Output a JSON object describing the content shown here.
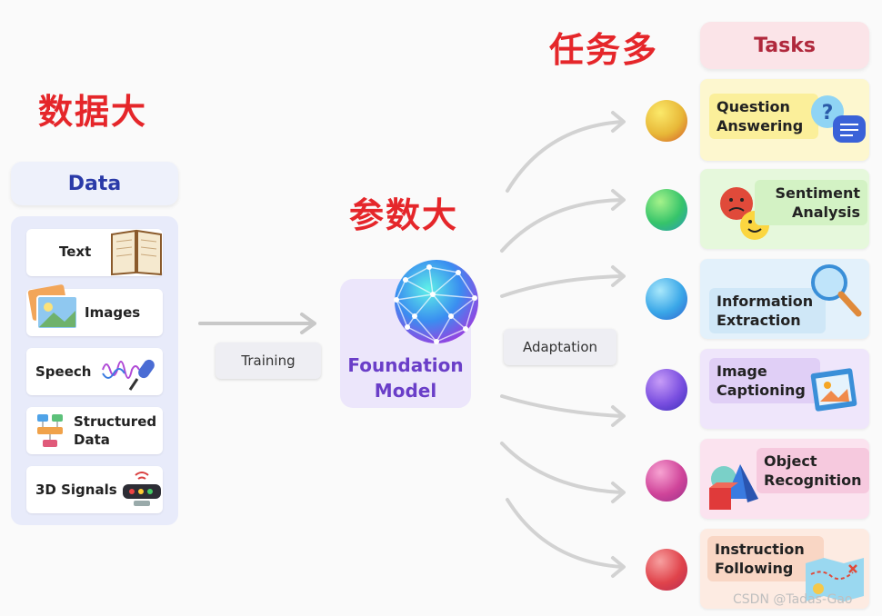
{
  "headings": {
    "data_big": "数据大",
    "params_big": "参数大",
    "tasks_many": "任务多"
  },
  "data_panel": {
    "title": "Data",
    "items": [
      {
        "label": "Text",
        "icon": "book-icon"
      },
      {
        "label": "Images",
        "icon": "photos-icon"
      },
      {
        "label": "Speech",
        "icon": "microphone-icon"
      },
      {
        "label": "Structured Data",
        "line1": "Structured",
        "line2": "Data",
        "icon": "flowchart-icon"
      },
      {
        "label": "3D Signals",
        "icon": "sensor-icon"
      }
    ]
  },
  "training_label": "Training",
  "model": {
    "line1": "Foundation",
    "line2": "Model"
  },
  "adaptation_label": "Adaptation",
  "tasks_panel": {
    "title": "Tasks",
    "items": [
      {
        "line1": "Question",
        "line2": "Answering",
        "icon": "question-bubble-icon",
        "color": "#fdf7cf",
        "label_bg": "#fbef9a",
        "globe": "#e8b838"
      },
      {
        "line1": "Sentiment",
        "line2": "Analysis",
        "icon": "emoji-faces-icon",
        "color": "#e6f8dc",
        "label_bg": "#d3f2c4",
        "globe": "#36c46a"
      },
      {
        "line1": "Information",
        "line2": "Extraction",
        "icon": "magnifier-icon",
        "color": "#e3f1fb",
        "label_bg": "#cfe7f7",
        "globe": "#3aa7e8"
      },
      {
        "line1": "Image",
        "line2": "Captioning",
        "icon": "picture-frame-icon",
        "color": "#efe6fb",
        "label_bg": "#e0cff6",
        "globe": "#7a4fe0"
      },
      {
        "line1": "Object",
        "line2": "Recognition",
        "icon": "3d-shapes-icon",
        "color": "#fbe3ef",
        "label_bg": "#f6c9de",
        "globe": "#d0459a"
      },
      {
        "line1": "Instruction",
        "line2": "Following",
        "icon": "treasure-map-icon",
        "color": "#fdebe2",
        "label_bg": "#f9d6c4",
        "globe": "#e0434b"
      }
    ]
  },
  "watermark": "CSDN @Tadas-Gao"
}
